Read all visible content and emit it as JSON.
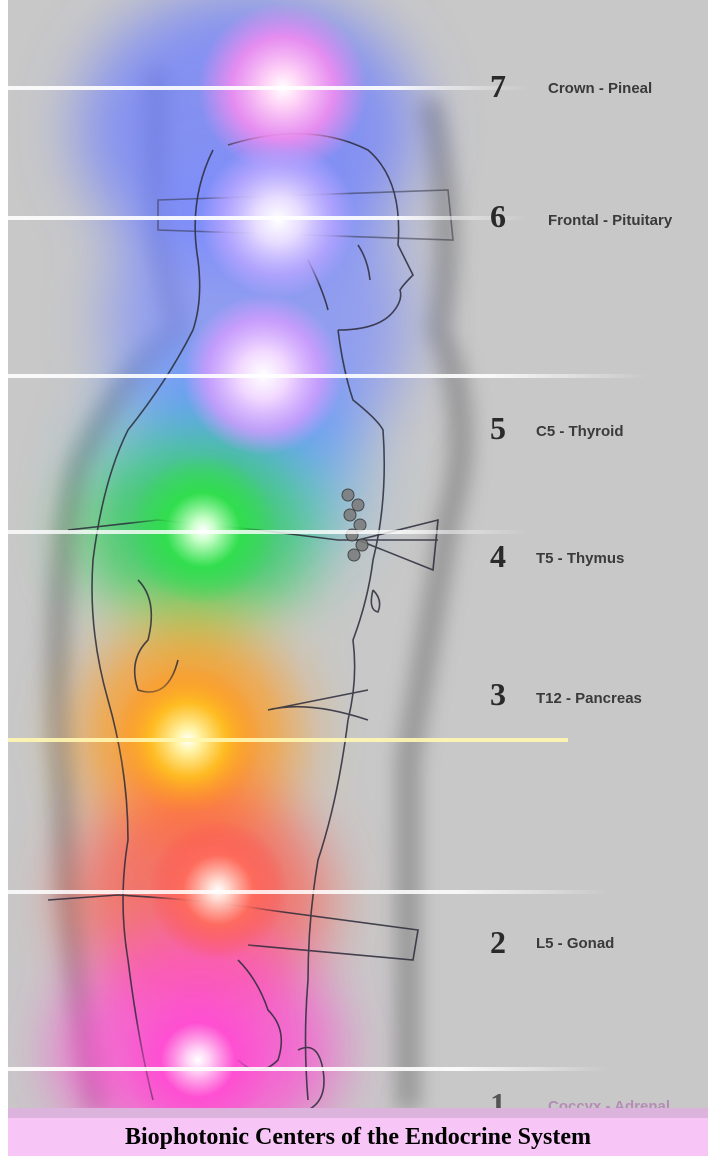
{
  "caption": "Biophotonic Centers of the Endocrine System",
  "centers": [
    {
      "number": "7",
      "label": "Crown - Pineal",
      "color": "#ff7df5"
    },
    {
      "number": "6",
      "label": "Frontal - Pituitary",
      "color": "#c7b3ff"
    },
    {
      "number": "5",
      "label": "C5 - Thyroid",
      "color": "#e6b3ff"
    },
    {
      "number": "4",
      "label": "T5 - Thymus",
      "color": "#33e64d"
    },
    {
      "number": "3",
      "label": "T12 - Pancreas",
      "color": "#ffb31a"
    },
    {
      "number": "2",
      "label": "L5 - Gonad",
      "color": "#ff6b5c"
    },
    {
      "number": "1",
      "label": "Coccyx - Adrenal",
      "color": "#ff4dd2"
    }
  ]
}
